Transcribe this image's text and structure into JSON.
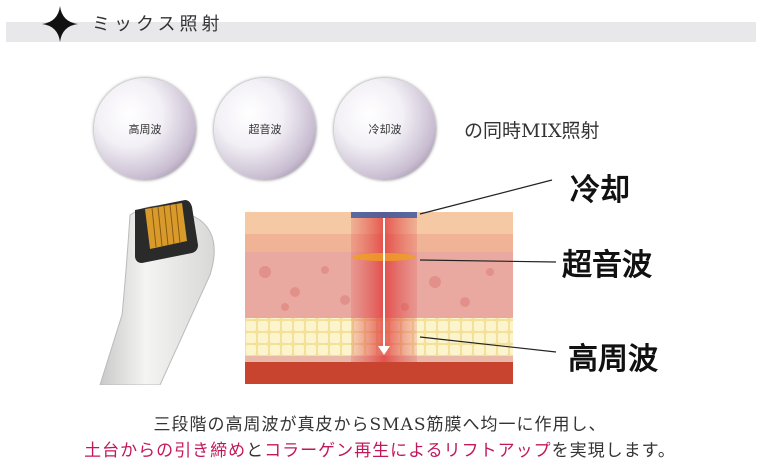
{
  "header": {
    "title": "ミックス照射"
  },
  "circles": [
    {
      "label": "高周波"
    },
    {
      "label": "超音波"
    },
    {
      "label": "冷却波"
    }
  ],
  "mix_text": "の同時MIX照射",
  "labels": {
    "cool": "冷却",
    "ultrasound": "超音波",
    "rf": "高周波"
  },
  "caption": {
    "line1": "三段階の高周波が真皮からSMAS筋膜へ均一に作用し、",
    "line2": {
      "hl1": "土台からの引き締め",
      "mid": "と",
      "hl2": "コラーゲン再生によるリフトアップ",
      "end": "を実現します。"
    }
  },
  "colors": {
    "highlight": "#c2185b",
    "header_bar": "#e8e8ea"
  }
}
